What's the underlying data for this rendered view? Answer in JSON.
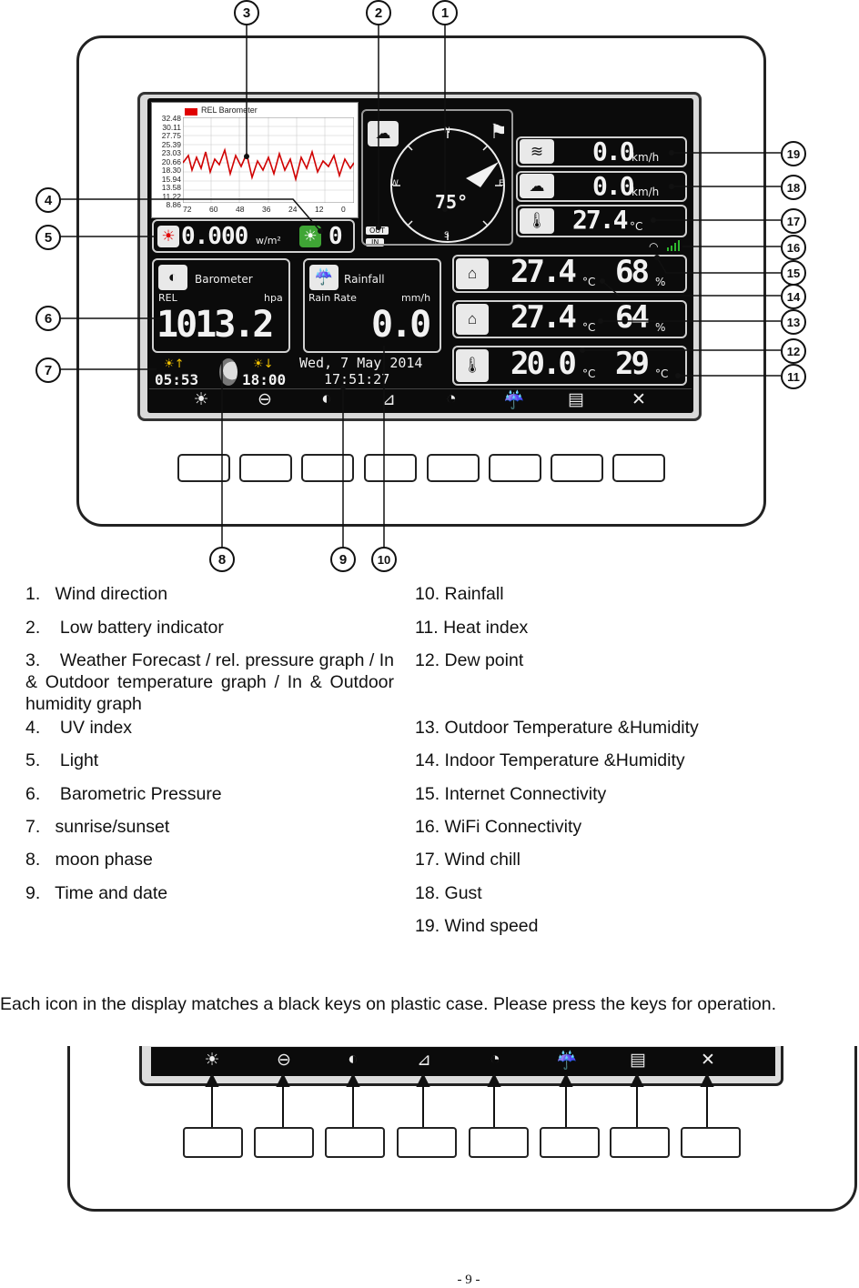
{
  "display": {
    "graph": {
      "legend": "REL Barometer",
      "y_ticks": [
        "32.48",
        "30.11",
        "27.75",
        "25.39",
        "23.03",
        "20.66",
        "18.30",
        "15.94",
        "13.58",
        "11.22",
        "8.86"
      ],
      "x_ticks": [
        "72",
        "60",
        "48",
        "36",
        "24",
        "12",
        "0"
      ]
    },
    "light": {
      "value": "0.000",
      "unit": "w/m²"
    },
    "uv": {
      "value": "0"
    },
    "battery": {
      "out": "OUT",
      "in": "IN"
    },
    "barometer": {
      "title": "Barometer",
      "mode": "REL",
      "unit": "hpa",
      "value": "1013.2"
    },
    "rainfall": {
      "title": "Rainfall",
      "mode": "Rain Rate",
      "unit": "mm/h",
      "value": "0.0"
    },
    "sunrise": "05:53",
    "sunset": "18:00",
    "date": "Wed, 7 May 2014",
    "time": "17:51:27",
    "compass": {
      "n": "N",
      "e": "E",
      "s": "S",
      "w": "W",
      "direction": "75°"
    },
    "wind_speed": {
      "value": "0.0",
      "unit": "km/h"
    },
    "gust": {
      "value": "0.0",
      "unit": "km/h"
    },
    "wind_chill": {
      "value": "27.4",
      "unit": "°C"
    },
    "indoor": {
      "temp": "27.4",
      "temp_unit": "°C",
      "hum": "68",
      "hum_unit": "%"
    },
    "outdoor": {
      "temp": "27.4",
      "temp_unit": "°C",
      "hum": "64",
      "hum_unit": "%"
    },
    "dew_heat": {
      "dew": "20.0",
      "dew_unit": "°C",
      "heat": "29",
      "heat_unit": "°C"
    }
  },
  "callouts": [
    "1",
    "2",
    "3",
    "4",
    "5",
    "6",
    "7",
    "8",
    "9",
    "10",
    "11",
    "12",
    "13",
    "14",
    "15",
    "16",
    "17",
    "18",
    "19"
  ],
  "legend_left": [
    "1.   Wind direction",
    "2.    Low battery indicator",
    "3.    Weather Forecast / rel. pressure graph / In & Outdoor temperature graph / In & Outdoor humidity graph",
    "4.    UV index",
    "5.    Light",
    "6.    Barometric Pressure",
    "7.   sunrise/sunset",
    "8.   moon phase",
    "9.   Time and date"
  ],
  "legend_right": [
    "10. Rainfall",
    "11. Heat index",
    "12. Dew point",
    "13. Outdoor Temperature &Humidity",
    "14. Indoor Temperature &Humidity",
    "15. Internet Connectivity",
    "16. WiFi Connectivity",
    "17. Wind chill",
    "18. Gust",
    "19. Wind speed"
  ],
  "note": "Each icon in the display matches a black keys on plastic case. Please press the keys for operation.",
  "page_number": "- 9 -",
  "icons": [
    "brightness-up-icon",
    "brightness-down-icon",
    "contrast-icon",
    "graph-icon",
    "barometer-icon",
    "rain-icon",
    "clipboard-icon",
    "tools-icon"
  ]
}
